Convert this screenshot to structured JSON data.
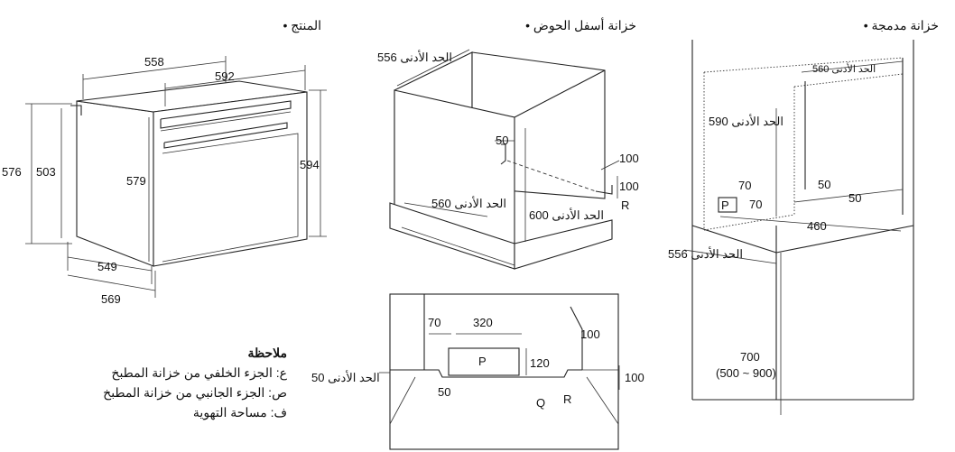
{
  "headers": {
    "product": "• المنتج",
    "under_sink": "• خزانة أسفل الحوض",
    "built_in": "• خزانة مدمجة"
  },
  "product_dims": {
    "d558": "558",
    "d592": "592",
    "d576": "576",
    "d503": "503",
    "d579": "579",
    "d594": "594",
    "d549": "549",
    "d569": "569"
  },
  "under_sink_dims": {
    "min556": "الحد الأدنى 556",
    "d50": "50",
    "min560": "الحد الأدنى 560",
    "min600": "الحد الأدنى 600",
    "d100a": "100",
    "d100b": "100",
    "R": "R"
  },
  "top_view_dims": {
    "d70": "70",
    "d320": "320",
    "P": "P",
    "d120": "120",
    "d100a": "100",
    "d100b": "100",
    "min50": "الحد الأدنى 50",
    "d50": "50",
    "Q": "Q",
    "R": "R"
  },
  "built_in_dims": {
    "min560": "الحد الأدنى 560",
    "min590": "الحد الأدنى 590",
    "d70a": "70",
    "d70b": "70",
    "P": "P",
    "d50a": "50",
    "d50b": "50",
    "d460": "460",
    "min556": "الحد الأدنى 556",
    "d700": "700",
    "range": "(500 ~ 900)"
  },
  "note": {
    "title": "ملاحظة",
    "lines": [
      "ع: الجزء الخلفي من خزانة المطبخ",
      "ص: الجزء الجانبي من خزانة المطبخ",
      "ف: مساحة التهوية"
    ]
  }
}
